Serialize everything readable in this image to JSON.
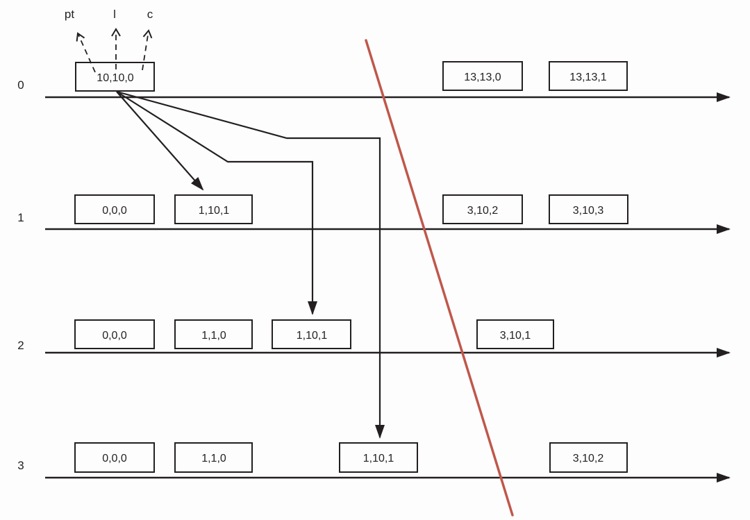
{
  "diagram": {
    "field_pointers": [
      {
        "label": "pt"
      },
      {
        "label": "l"
      },
      {
        "label": "c"
      }
    ],
    "rows": [
      {
        "label": "0",
        "events": [
          "10,10,0",
          "13,13,0",
          "13,13,1"
        ]
      },
      {
        "label": "1",
        "events": [
          "0,0,0",
          "1,10,1",
          "3,10,2",
          "3,10,3"
        ]
      },
      {
        "label": "2",
        "events": [
          "0,0,0",
          "1,1,0",
          "1,10,1",
          "3,10,1"
        ]
      },
      {
        "label": "3",
        "events": [
          "0,0,0",
          "1,1,0",
          "1,10,1",
          "3,10,2"
        ]
      }
    ],
    "colors": {
      "line": "#231f20",
      "cut_line": "#c0574b",
      "background": "#fdfdfd"
    }
  }
}
